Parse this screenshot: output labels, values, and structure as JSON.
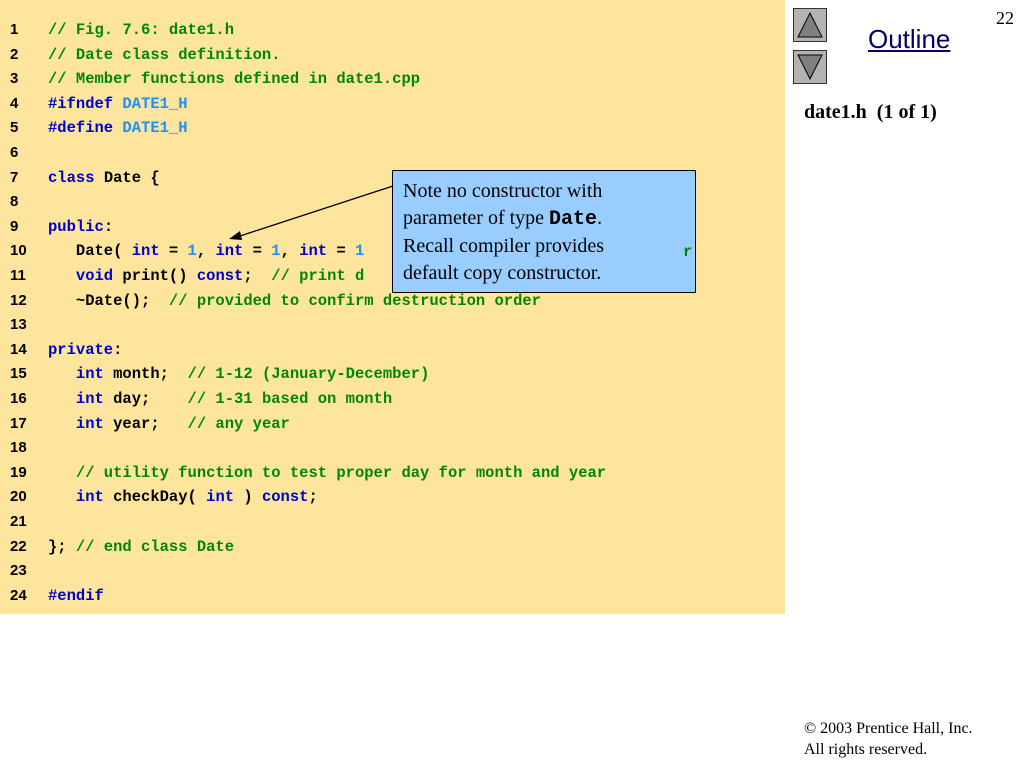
{
  "slide": {
    "page_number": "22",
    "outline_label": "Outline",
    "file_title": "date1.h  (1 of 1)",
    "copyright_line1": "© 2003 Prentice Hall, Inc.",
    "copyright_line2": "All rights reserved."
  },
  "nav": {
    "prev_icon": "up-triangle",
    "next_icon": "down-triangle"
  },
  "colors": {
    "code_background": "#fde59e",
    "keyword": "#0000cc",
    "comment": "#008800",
    "number": "#1e90ff",
    "callout_background": "#99ccff"
  },
  "callout": {
    "line1": "Note no constructor with",
    "line2_prefix": "parameter of type ",
    "line2_code": "Date",
    "line2_suffix": ".",
    "line3": "Recall compiler provides",
    "line4": "default copy constructor."
  },
  "code_lines": [
    {
      "n": "1",
      "tokens": [
        [
          "// Fig. 7.6: date1.h",
          "com"
        ]
      ]
    },
    {
      "n": "2",
      "tokens": [
        [
          "// Date class definition.",
          "com"
        ]
      ]
    },
    {
      "n": "3",
      "tokens": [
        [
          "// Member functions defined in date1.cpp",
          "com"
        ]
      ]
    },
    {
      "n": "4",
      "tokens": [
        [
          "#ifndef ",
          "kw"
        ],
        [
          "DATE1_H",
          "macro"
        ]
      ]
    },
    {
      "n": "5",
      "tokens": [
        [
          "#define ",
          "kw"
        ],
        [
          "DATE1_H",
          "macro"
        ]
      ]
    },
    {
      "n": "6",
      "tokens": []
    },
    {
      "n": "7",
      "tokens": [
        [
          "class ",
          "kw"
        ],
        [
          "Date {",
          "plain"
        ]
      ]
    },
    {
      "n": "8",
      "tokens": []
    },
    {
      "n": "9",
      "tokens": [
        [
          "public",
          "kw"
        ],
        [
          ":",
          "plain"
        ]
      ]
    },
    {
      "n": "10",
      "tokens": [
        [
          "   Date( ",
          "plain"
        ],
        [
          "int",
          "kw"
        ],
        [
          " = ",
          "plain"
        ],
        [
          "1",
          "num"
        ],
        [
          ", ",
          "plain"
        ],
        [
          "int",
          "kw"
        ],
        [
          " = ",
          "plain"
        ],
        [
          "1",
          "num"
        ],
        [
          ", ",
          "plain"
        ],
        [
          "int",
          "kw"
        ],
        [
          " = ",
          "plain"
        ],
        [
          "1",
          "num"
        ]
      ]
    },
    {
      "n": "11",
      "tokens": [
        [
          "   ",
          "plain"
        ],
        [
          "void",
          "kw"
        ],
        [
          " print() ",
          "plain"
        ],
        [
          "const",
          "kw"
        ],
        [
          ";  ",
          "plain"
        ],
        [
          "// print d",
          "com"
        ]
      ]
    },
    {
      "n": "12",
      "tokens": [
        [
          "   ~Date();  ",
          "plain"
        ],
        [
          "// provided to confirm destruction order",
          "com"
        ]
      ]
    },
    {
      "n": "13",
      "tokens": []
    },
    {
      "n": "14",
      "tokens": [
        [
          "private",
          "kw"
        ],
        [
          ":",
          "plain"
        ]
      ]
    },
    {
      "n": "15",
      "tokens": [
        [
          "   ",
          "plain"
        ],
        [
          "int",
          "kw"
        ],
        [
          " month;  ",
          "plain"
        ],
        [
          "// 1-12 (January-December)",
          "com"
        ]
      ]
    },
    {
      "n": "16",
      "tokens": [
        [
          "   ",
          "plain"
        ],
        [
          "int",
          "kw"
        ],
        [
          " day;    ",
          "plain"
        ],
        [
          "// 1-31 based on month",
          "com"
        ]
      ]
    },
    {
      "n": "17",
      "tokens": [
        [
          "   ",
          "plain"
        ],
        [
          "int",
          "kw"
        ],
        [
          " year;   ",
          "plain"
        ],
        [
          "// any year",
          "com"
        ]
      ]
    },
    {
      "n": "18",
      "tokens": []
    },
    {
      "n": "19",
      "tokens": [
        [
          "   ",
          "plain"
        ],
        [
          "// utility function to test proper day for month and year",
          "com"
        ]
      ]
    },
    {
      "n": "20",
      "tokens": [
        [
          "   ",
          "plain"
        ],
        [
          "int",
          "kw"
        ],
        [
          " checkDay( ",
          "plain"
        ],
        [
          "int",
          "kw"
        ],
        [
          " ) ",
          "plain"
        ],
        [
          "const",
          "kw"
        ],
        [
          ";",
          "plain"
        ]
      ]
    },
    {
      "n": "21",
      "tokens": []
    },
    {
      "n": "22",
      "tokens": [
        [
          "}; ",
          "plain"
        ],
        [
          "// end class Date",
          "com"
        ]
      ]
    },
    {
      "n": "23",
      "tokens": []
    },
    {
      "n": "24",
      "tokens": [
        [
          "#endif",
          "kw"
        ]
      ]
    }
  ],
  "code_line10_tail": "r"
}
